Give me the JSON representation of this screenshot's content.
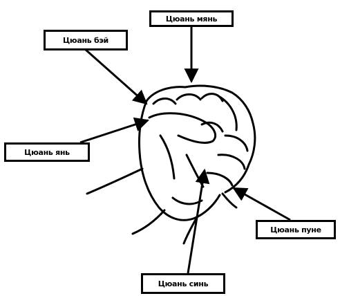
{
  "labels": {
    "top": "Цюань мянь",
    "upper_left": "Цюань бэй",
    "left": "Цюань янь",
    "right": "Цюань пуне",
    "bottom": "Цюань синь"
  }
}
